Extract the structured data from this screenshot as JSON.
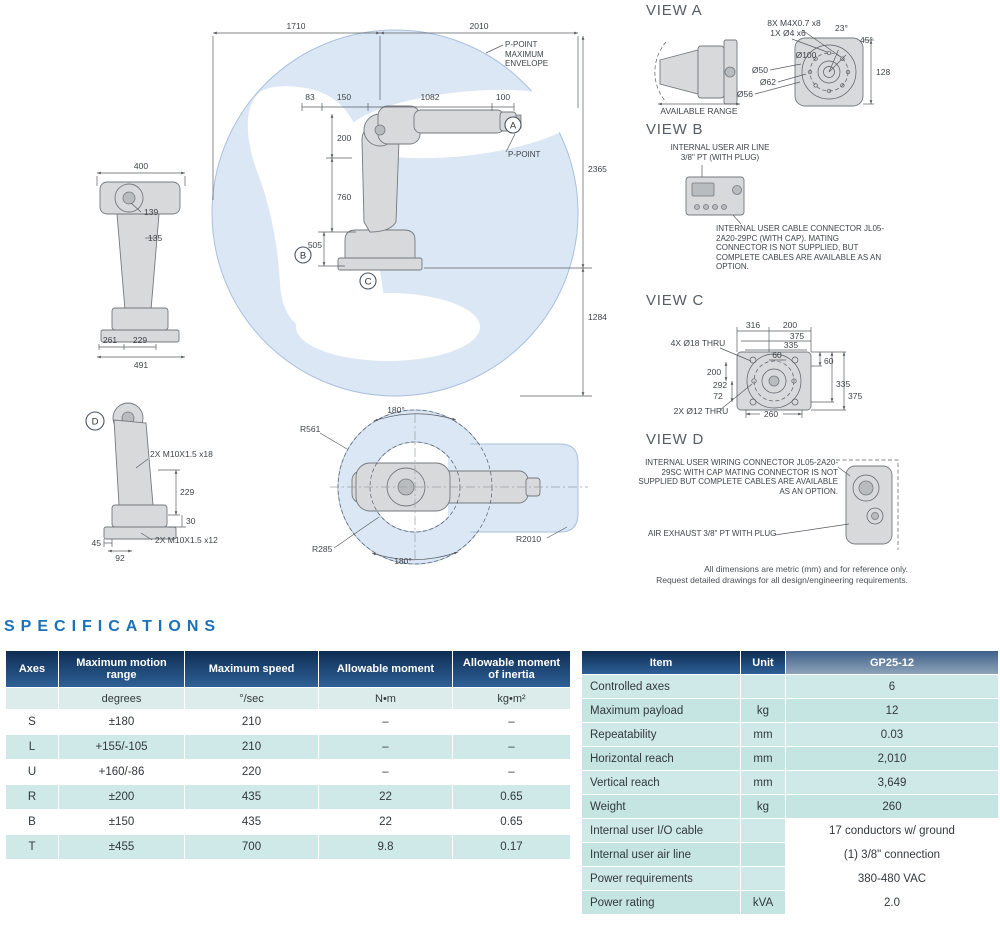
{
  "notes": {
    "p_point_envelope": "P-POINT MAXIMUM ENVELOPE",
    "p_point": "P-POINT",
    "footer_1": "All dimensions are metric (mm) and for reference only.",
    "footer_2": "Request detailed drawings for all design/engineering requirements."
  },
  "envelope": {
    "dim_1710": "1710",
    "dim_2010": "2010",
    "dim_83": "83",
    "dim_150": "150",
    "dim_1082": "1082",
    "dim_100": "100",
    "dim_200": "200",
    "dim_760": "760",
    "dim_505": "505",
    "dim_2365": "2365",
    "dim_1284": "1284",
    "marker_a": "A",
    "marker_b": "B",
    "marker_c": "C"
  },
  "side_view": {
    "dim_400": "400",
    "dim_139": "139",
    "dim_135": "135",
    "dim_261": "261",
    "dim_229": "229",
    "dim_491": "491"
  },
  "mount_view": {
    "marker_d": "D",
    "tapped_top": "2X M10X1.5 x18",
    "dim_229": "229",
    "dim_30": "30",
    "dim_45": "45",
    "dim_92": "92",
    "tapped_bottom": "2X M10X1.5 x12"
  },
  "top_view": {
    "rot_top": "180°",
    "r561": "R561",
    "r285": "R285",
    "rot_bottom": "180°",
    "r2010": "R2010"
  },
  "view_a": {
    "title": "VIEW A",
    "tapped": "8X M4X0.7 x8",
    "dowel": "1X Ø4 x6",
    "angle_23": "23°",
    "angle_45": "45°",
    "dia_100": "Ø100",
    "dia_50": "Ø50",
    "dia_62": "Ø62",
    "dia_56": "Ø56",
    "dim_128": "128",
    "available_range": "AVAILABLE RANGE"
  },
  "view_b": {
    "title": "VIEW B",
    "air_line_1": "INTERNAL USER AIR LINE",
    "air_line_2": "3/8\" PT (WITH PLUG)",
    "note": "INTERNAL USER CABLE CONNECTOR JL05-2A20-29PC (WITH CAP). MATING CONNECTOR IS NOT SUPPLIED, BUT COMPLETE CABLES ARE AVAILABLE AS AN OPTION."
  },
  "view_c": {
    "title": "VIEW C",
    "dim_316": "316",
    "dim_200_top": "200",
    "dim_375_top": "375",
    "dim_335_top": "335",
    "dim_60_top": "60",
    "holes_18": "4X Ø18 THRU",
    "dim_200_left": "200",
    "dim_292": "292",
    "dim_72": "72",
    "dim_60_right": "60",
    "dim_335_right": "335",
    "dim_375_right": "375",
    "holes_12": "2X Ø12 THRU",
    "dim_260": "260"
  },
  "view_d": {
    "title": "VIEW D",
    "note": "INTERNAL USER WIRING CONNECTOR JL05-2A20-29SC WITH CAP MATING CONNECTOR IS NOT SUPPLIED BUT COMPLETE CABLES ARE AVAILABLE AS AN OPTION.",
    "air_exhaust": "AIR EXHAUST 3/8\" PT WITH PLUG"
  },
  "specifications": {
    "title": "SPECIFICATIONS",
    "axes_table": {
      "columns": [
        "Axes",
        "Maximum motion range",
        "Maximum speed",
        "Allowable moment",
        "Allowable moment of inertia"
      ],
      "units": [
        "",
        "degrees",
        "°/sec",
        "N•m",
        "kg•m²"
      ],
      "rows": [
        [
          "S",
          "±180",
          "210",
          "–",
          "–"
        ],
        [
          "L",
          "+155/-105",
          "210",
          "–",
          "–"
        ],
        [
          "U",
          "+160/-86",
          "220",
          "–",
          "–"
        ],
        [
          "R",
          "±200",
          "435",
          "22",
          "0.65"
        ],
        [
          "B",
          "±150",
          "435",
          "22",
          "0.65"
        ],
        [
          "T",
          "±455",
          "700",
          "9.8",
          "0.17"
        ]
      ]
    },
    "item_table": {
      "columns": [
        "Item",
        "Unit",
        "GP25-12"
      ],
      "rows": [
        [
          "Controlled axes",
          "",
          "6"
        ],
        [
          "Maximum payload",
          "kg",
          "12"
        ],
        [
          "Repeatability",
          "mm",
          "0.03"
        ],
        [
          "Horizontal reach",
          "mm",
          "2,010"
        ],
        [
          "Vertical reach",
          "mm",
          "3,649"
        ],
        [
          "Weight",
          "kg",
          "260"
        ],
        [
          "Internal user I/O cable",
          "",
          "17 conductors w/ ground"
        ],
        [
          "Internal user air line",
          "",
          "(1) 3/8\" connection"
        ],
        [
          "Power requirements",
          "",
          "380-480 VAC"
        ],
        [
          "Power rating",
          "kVA",
          "2.0"
        ]
      ]
    }
  }
}
